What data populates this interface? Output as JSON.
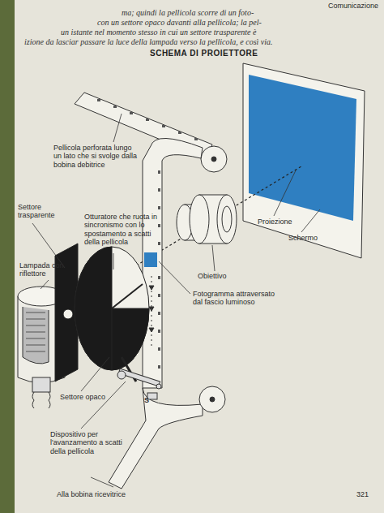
{
  "diagram": {
    "title": "SCHEMA DI PROIETTORE",
    "labels": [
      "Comunicazione",
      "ma; quindi la pellicola scorre di un foto-",
      "con un settore opaco davanti alla pellicola; la pel-",
      "un istante nel momento stesso in cui un settore trasparente è",
      "izione da lasciar passare la luce della lampada verso la pellicola, e così via.",
      "Pellicola perforata lungo un lato che si svolge dalla bobina debitrice",
      "Settore trasparente",
      "Otturatore che ruota in sincronismo con lo spostamento a scatti della pellicola",
      "Lampada con riflettore",
      "Proiezione",
      "Schermo",
      "Obiettivo",
      "Fotogramma attraversato dal fascio luminoso",
      "Settore opaco",
      "S",
      "Dispositivo per l'avanzamento a scatti della pellicola",
      "Alla bobina ricevitrice",
      "321"
    ]
  }
}
